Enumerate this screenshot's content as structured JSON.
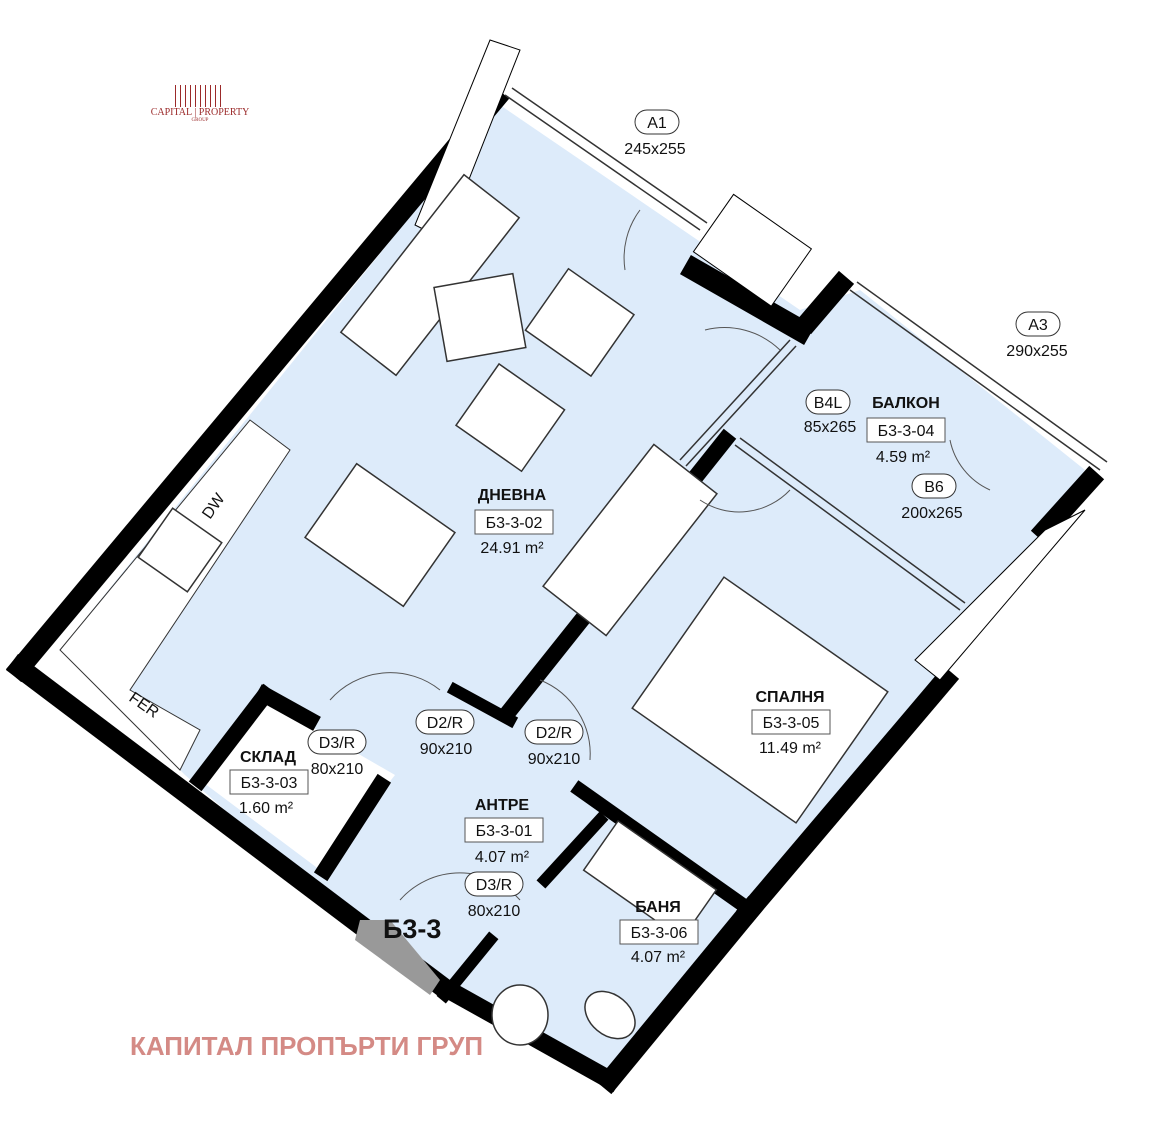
{
  "logo": {
    "text_left": "CAPITAL",
    "text_right": "PROPERTY",
    "sub": "GROUP",
    "color": "#9b2a2a"
  },
  "unit_label": "Б3-3",
  "watermark": {
    "text": "КАПИТАЛ ПРОПЪРТИ ГРУП",
    "color": "#d48a85"
  },
  "rooms": [
    {
      "name": "ДНЕВНА",
      "code": "Б3-3-02",
      "area": "24.91 m²"
    },
    {
      "name": "СКЛАД",
      "code": "Б3-3-03",
      "area": "1.60 m²"
    },
    {
      "name": "АНТРЕ",
      "code": "Б3-3-01",
      "area": "4.07 m²"
    },
    {
      "name": "СПАЛНЯ",
      "code": "Б3-3-05",
      "area": "11.49 m²"
    },
    {
      "name": "БАНЯ",
      "code": "Б3-3-06",
      "area": "4.07 m²"
    },
    {
      "name": "БАЛКОН",
      "code": "Б3-3-04",
      "area": "4.59 m²"
    }
  ],
  "openings": [
    {
      "tag": "A1",
      "size": "245x255"
    },
    {
      "tag": "A3",
      "size": "290x255"
    },
    {
      "tag": "B4L",
      "size": "85x265"
    },
    {
      "tag": "B6",
      "size": "200x265"
    },
    {
      "tag": "D2/R",
      "size": "90x210"
    },
    {
      "tag": "D2/R",
      "size": "90x210"
    },
    {
      "tag": "D3/R",
      "size": "80x210"
    },
    {
      "tag": "D3/R",
      "size": "80x210"
    }
  ],
  "fixtures": {
    "dishwasher": "DW",
    "fridge": "FER"
  },
  "colors": {
    "floor": "#ddebfa",
    "wall": "#000000"
  }
}
